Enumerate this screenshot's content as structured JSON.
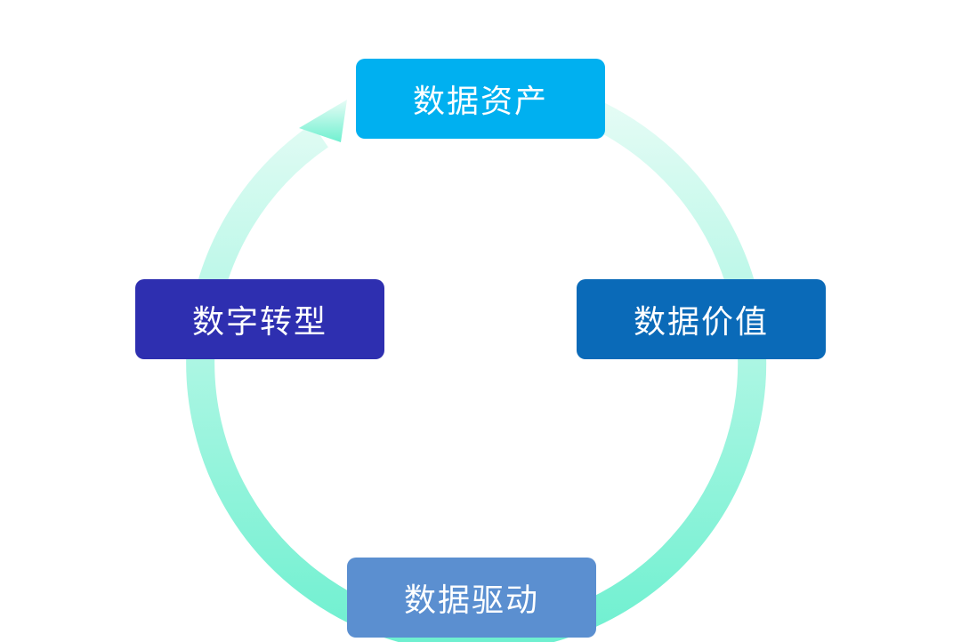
{
  "diagram": {
    "nodes": [
      {
        "id": "top",
        "label": "数据资产",
        "color": "#00b0f0"
      },
      {
        "id": "right",
        "label": "数据价值",
        "color": "#0a6ab8"
      },
      {
        "id": "bottom",
        "label": "数据驱动",
        "color": "#5b8fd0"
      },
      {
        "id": "left",
        "label": "数字转型",
        "color": "#2e2fb0"
      }
    ],
    "cycle_direction": "clockwise",
    "arrow_colors": {
      "light": "#e8fcf6",
      "dark": "#6ff0d0"
    }
  }
}
